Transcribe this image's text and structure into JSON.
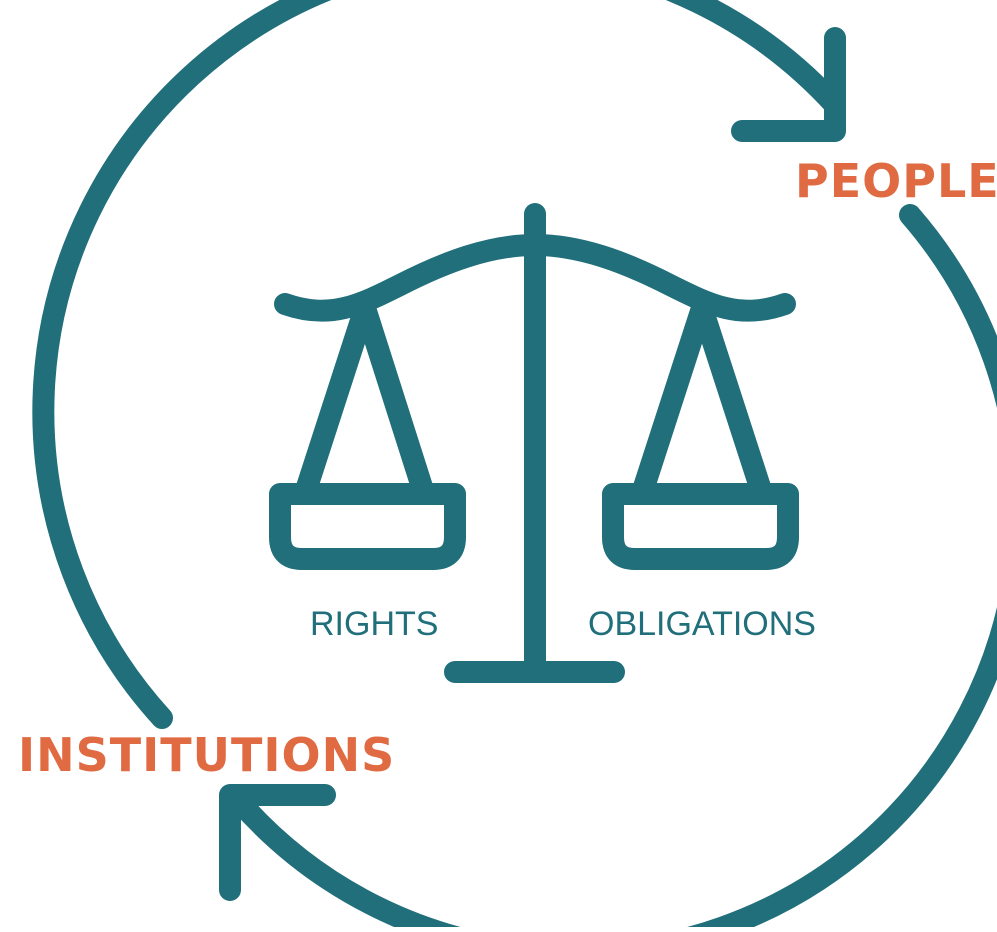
{
  "labels": {
    "people": "PEOPLE",
    "institutions": "INSTITUTIONS",
    "rights": "RIGHTS",
    "obligations": "OBLIGATIONS"
  },
  "colors": {
    "teal": "#206f7a",
    "orange": "#e06b43",
    "background": "#ffffff"
  },
  "icons": {
    "center": "balance-scale-icon",
    "cycle": "circular-arrows-icon"
  }
}
